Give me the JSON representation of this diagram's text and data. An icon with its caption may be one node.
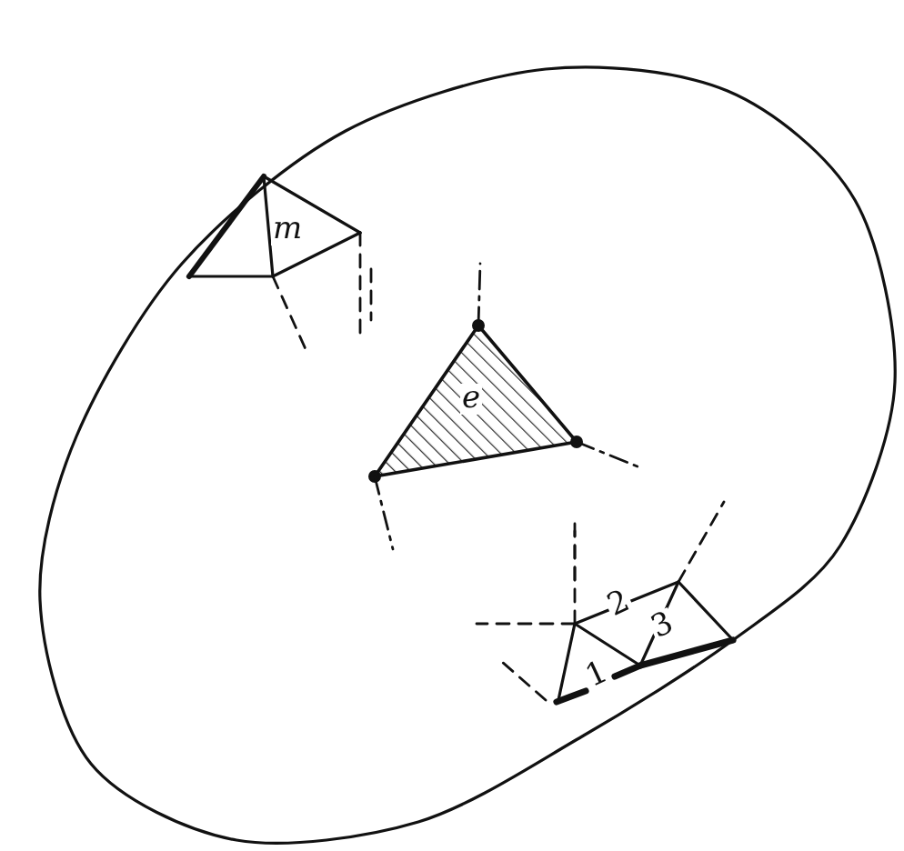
{
  "diagram": {
    "labels": [
      "m",
      "e",
      "2",
      "3",
      "1"
    ]
  }
}
